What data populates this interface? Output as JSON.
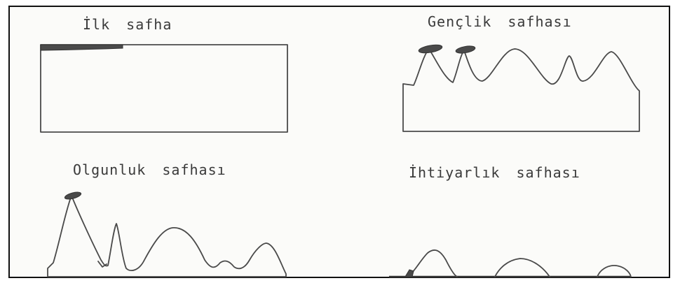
{
  "stages": [
    {
      "title": "İlk   safha"
    },
    {
      "title": "Gençlik  safhası"
    },
    {
      "title": "Olgunluk  safhası"
    },
    {
      "title": "İhtiyarlık  safhası"
    }
  ]
}
